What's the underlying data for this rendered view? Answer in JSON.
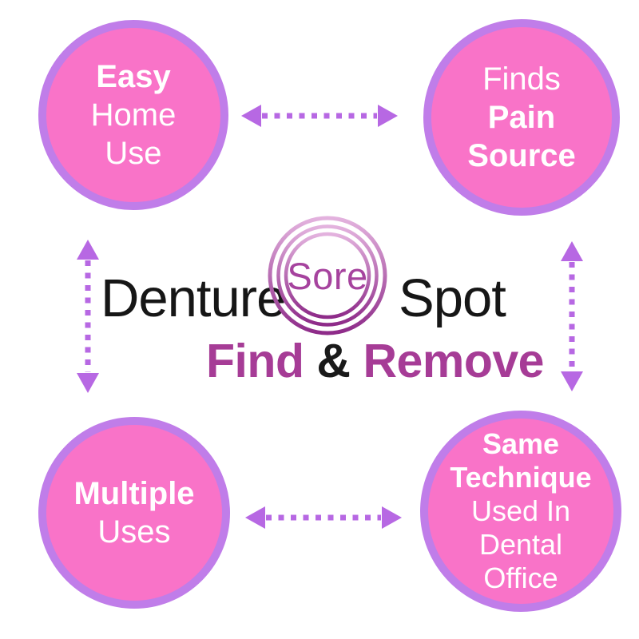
{
  "page": {
    "title": "Denture Sore Spot - Find & Remove"
  },
  "logo": {
    "word_left": "Denture",
    "word_center": "Sore",
    "word_right": "Spot"
  },
  "tagline": {
    "find": "Find",
    "ampersand": "&",
    "remove": "Remove"
  },
  "bubbles": {
    "top_left": {
      "lines": [
        "Easy",
        "Home",
        "Use"
      ]
    },
    "top_right": {
      "lines": [
        "Finds",
        "Pain",
        "Source"
      ]
    },
    "bottom_left": {
      "lines": [
        "Multiple",
        "Uses"
      ]
    },
    "bottom_right": {
      "lines": [
        "Same",
        "Technique",
        "Used In",
        "Dental",
        "Office"
      ]
    }
  },
  "colors": {
    "bubble_fill": "#f973c8",
    "bubble_border": "#c07de9",
    "bubble_text": "#ffffff",
    "arrow": "#b768e3",
    "magenta_text": "#a63c96",
    "sore_text": "#a6439e",
    "black_text": "#161616",
    "ring_gradient_top": "#e3b2de",
    "ring_gradient_bottom": "#8e2b89"
  }
}
